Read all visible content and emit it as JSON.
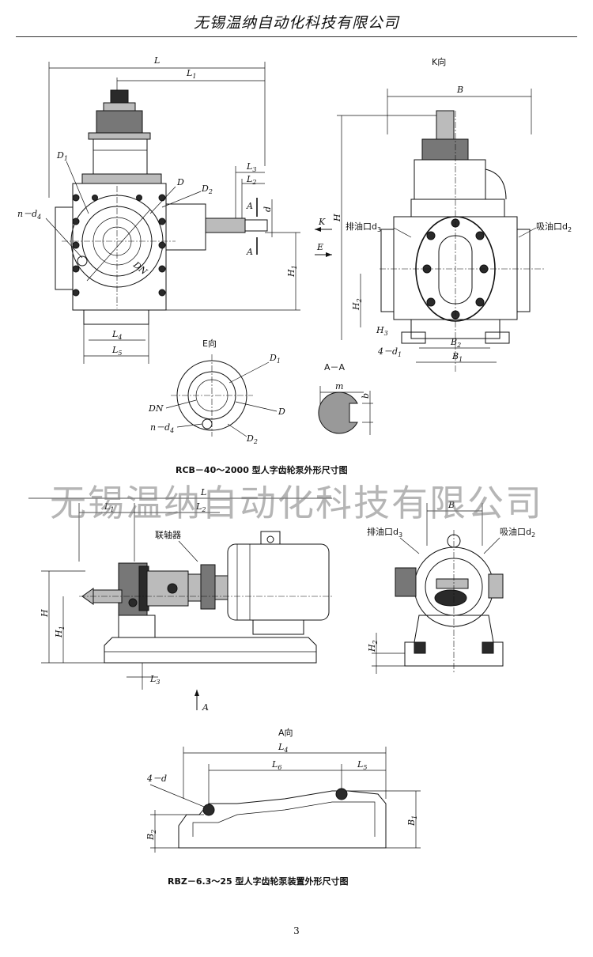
{
  "header": {
    "company": "无锡温纳自动化科技有限公司"
  },
  "watermark": "无锡温纳自动化科技有限公司",
  "figure1": {
    "caption": "RCB－40～2000 型人字齿轮泵外形尺寸图",
    "labels": {
      "L": "L",
      "L1": "L",
      "L1sub": "1",
      "D1": "D",
      "D1sub": "1",
      "D": "D",
      "D2": "D",
      "D2sub": "2",
      "nd4": "n－d",
      "nd4sub": "4",
      "DN": "DN",
      "L3": "L",
      "L3sub": "3",
      "L2": "L",
      "L2sub": "2",
      "A1": "A",
      "A2": "A",
      "d": "d",
      "K": "K",
      "E": "E",
      "H1": "H",
      "H1sub": "1",
      "L4": "L",
      "L4sub": "4",
      "L5": "L",
      "L5sub": "5"
    },
    "k_view": {
      "title": "K向",
      "B": "B",
      "H": "H",
      "discharge": "排油口d",
      "discharge_sub": "3",
      "suction": "吸油口d",
      "suction_sub": "2",
      "H2": "H",
      "H2sub": "2",
      "H3": "H",
      "H3sub": "3",
      "bolt": "4－d",
      "bolt_sub": "1",
      "B2": "B",
      "B2sub": "2",
      "B1": "B",
      "B1sub": "1"
    },
    "e_view": {
      "title": "E向",
      "D1": "D",
      "D1sub": "1",
      "DN": "DN",
      "D": "D",
      "nd4": "n－d",
      "nd4sub": "4",
      "D2": "D",
      "D2sub": "2"
    },
    "section_aa": {
      "title": "A－A",
      "m": "m",
      "b": "b"
    }
  },
  "figure2": {
    "caption": "RBZ－6.3～25 型人字齿轮泵装置外形尺寸图",
    "labels": {
      "L": "L",
      "L1": "L",
      "L1sub": "1",
      "L2": "L",
      "L2sub": "2",
      "coupling": "联轴器",
      "H": "H",
      "H1": "H",
      "H1sub": "1",
      "L3": "L",
      "L3sub": "3",
      "A": "A"
    },
    "side_view": {
      "B": "B",
      "discharge": "排油口d",
      "discharge_sub": "3",
      "suction": "吸油口d",
      "suction_sub": "2",
      "H2": "H",
      "H2sub": "2"
    },
    "a_view": {
      "title": "A向",
      "L4": "L",
      "L4sub": "4",
      "L6": "L",
      "L6sub": "6",
      "L5": "L",
      "L5sub": "5",
      "bolt": "4－d",
      "B2": "B",
      "B2sub": "2",
      "B1": "B",
      "B1sub": "1"
    }
  },
  "page_number": "3"
}
